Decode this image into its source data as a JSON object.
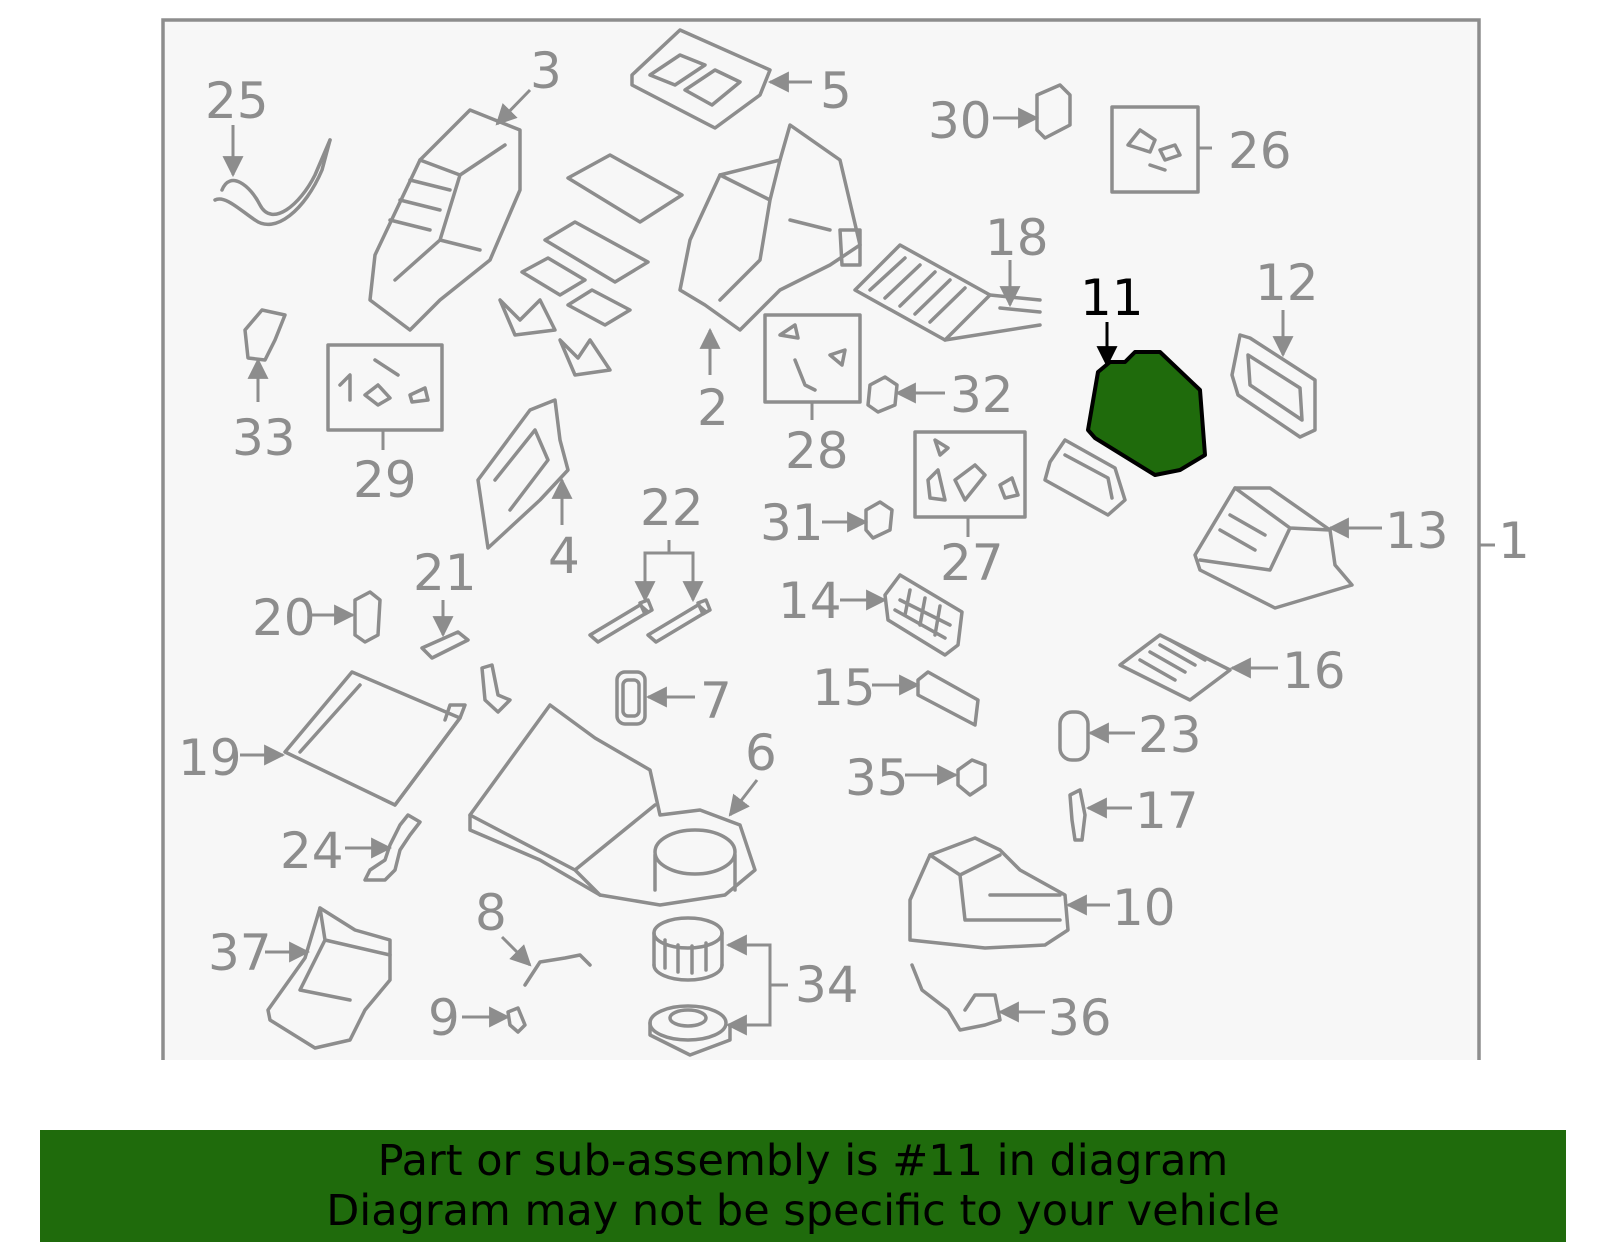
{
  "diagram": {
    "highlight_color": "#1f6b0c",
    "line_color": "#8d8d8d",
    "highlighted_part": "11",
    "callouts": [
      "1",
      "2",
      "3",
      "4",
      "5",
      "6",
      "7",
      "8",
      "9",
      "10",
      "11",
      "12",
      "13",
      "14",
      "15",
      "16",
      "17",
      "18",
      "19",
      "20",
      "21",
      "22",
      "23",
      "24",
      "25",
      "26",
      "27",
      "28",
      "29",
      "30",
      "31",
      "32",
      "33",
      "34",
      "35",
      "36",
      "37"
    ]
  },
  "banner": {
    "line1": "Part or sub-assembly is #11 in diagram",
    "line2": "Diagram may not be specific to your vehicle"
  }
}
